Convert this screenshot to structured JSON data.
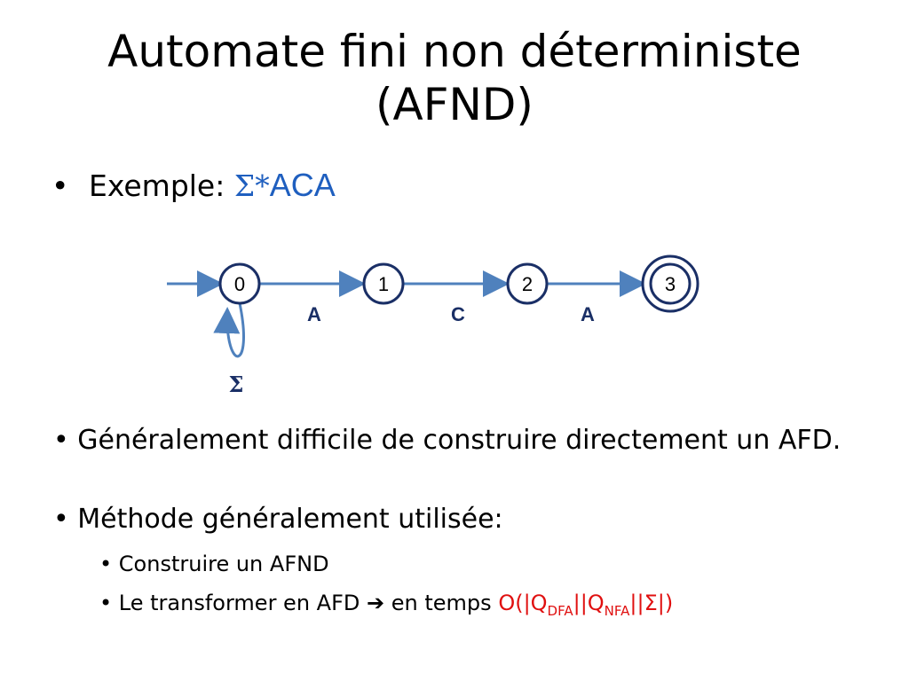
{
  "slide": {
    "title_line1": "Automate fini non déterministe",
    "title_line2": "(AFND)",
    "example_label": "Exemple:",
    "example_sigma_star": "Σ*",
    "example_word": "ACA"
  },
  "diagram": {
    "states": [
      "0",
      "1",
      "2",
      "3"
    ],
    "edge_labels": [
      "A",
      "C",
      "A"
    ],
    "loop_label": "Σ",
    "final_state": "3"
  },
  "body": {
    "para1": "Généralement difficile de construire directement un AFD.",
    "para2": "Méthode généralement utilisée:",
    "sub1": "Construire un AFND",
    "sub2_prefix": "Le transformer en AFD",
    "sub2_arrow": "➔",
    "sub2_middle": "en temps",
    "complexity_o": "O(|Q",
    "complexity_dfa": "DFA",
    "complexity_mid": "||Q",
    "complexity_nfa": "NFA",
    "complexity_end": "||Σ|)"
  },
  "colors": {
    "accent_blue": "#1f5fbf",
    "arrow_blue": "#4f81bd",
    "state_border": "#1a2f66",
    "complexity_red": "#e01010"
  }
}
